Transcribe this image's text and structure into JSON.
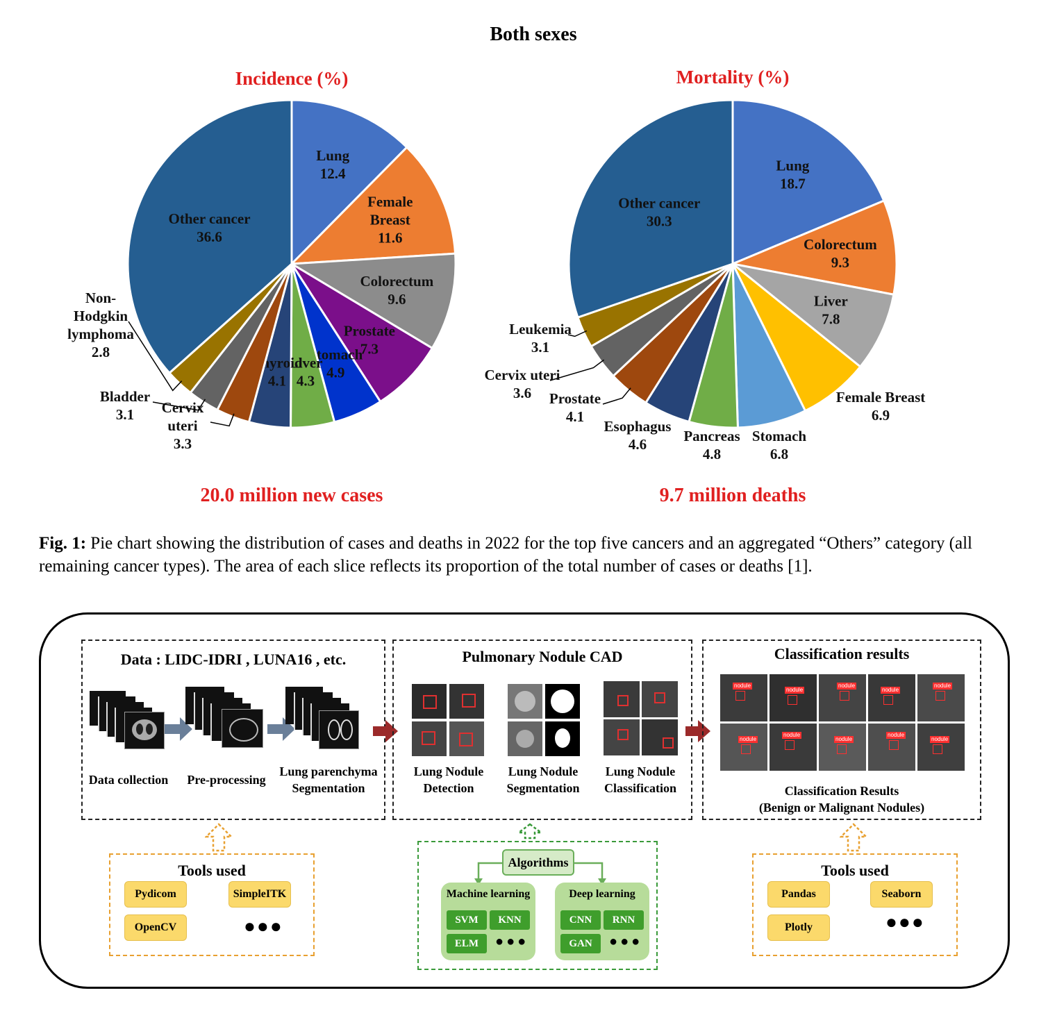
{
  "figure_title": "Both sexes",
  "chart_data": [
    {
      "type": "pie",
      "title": "Incidence (%)",
      "footer": "20.0 million new cases",
      "categories": [
        "Lung",
        "Female Breast",
        "Colorectum",
        "Prostate",
        "Stomach",
        "Liver",
        "Thyroid",
        "Cervix uteri",
        "Bladder",
        "Non-Hodgkin lymphoma",
        "Other cancer"
      ],
      "label_lines": [
        [
          "Lung"
        ],
        [
          "Female",
          "Breast"
        ],
        [
          "Colorectum"
        ],
        [
          "Prostate"
        ],
        [
          "Stomach"
        ],
        [
          "Liver"
        ],
        [
          "Thyroid"
        ],
        [
          "Cervix",
          "uteri"
        ],
        [
          "Bladder"
        ],
        [
          "Non-",
          "Hodgkin",
          "lymphoma"
        ],
        [
          "Other cancer"
        ]
      ],
      "values": [
        12.4,
        11.6,
        9.6,
        7.3,
        4.9,
        4.3,
        4.1,
        3.3,
        3.1,
        2.8,
        36.6
      ],
      "colors": [
        "#4472c4",
        "#ed7d31",
        "#8c8c8c",
        "#7b0f8a",
        "#0033cc",
        "#70ad47",
        "#264478",
        "#9e480e",
        "#636363",
        "#997300",
        "#255e91"
      ]
    },
    {
      "type": "pie",
      "title": "Mortality (%)",
      "footer": "9.7 million deaths",
      "categories": [
        "Lung",
        "Colorectum",
        "Liver",
        "Female Breast",
        "Stomach",
        "Pancreas",
        "Esophagus",
        "Prostate",
        "Cervix uteri",
        "Leukemia",
        "Other cancer"
      ],
      "label_lines": [
        [
          "Lung"
        ],
        [
          "Colorectum"
        ],
        [
          "Liver"
        ],
        [
          "Female Breast"
        ],
        [
          "Stomach"
        ],
        [
          "Pancreas"
        ],
        [
          "Esophagus"
        ],
        [
          "Prostate"
        ],
        [
          "Cervix uteri"
        ],
        [
          "Leukemia"
        ],
        [
          "Other cancer"
        ]
      ],
      "values": [
        18.7,
        9.3,
        7.8,
        6.9,
        6.8,
        4.8,
        4.6,
        4.1,
        3.6,
        3.1,
        30.3
      ],
      "colors": [
        "#4472c4",
        "#ed7d31",
        "#a5a5a5",
        "#ffc000",
        "#5b9bd5",
        "#70ad47",
        "#264478",
        "#9e480e",
        "#636363",
        "#997300",
        "#255e91"
      ]
    }
  ],
  "caption": {
    "label": "Fig. 1:",
    "text": " Pie chart showing the distribution of cases and deaths in 2022 for the top five cancers and an aggregated “Others” category (all remaining cancer types). The area of each slice reflects its proportion of the total number of cases or deaths [1]."
  },
  "pipeline": {
    "data_box": {
      "title": "Data : LIDC-IDRI , LUNA16 , etc.",
      "steps": [
        "Data collection",
        "Pre-processing",
        "Lung parenchyma",
        "Segmentation"
      ]
    },
    "cad_box": {
      "title": "Pulmonary Nodule CAD",
      "steps": [
        [
          "Lung Nodule",
          "Detection"
        ],
        [
          "Lung Nodule",
          "Segmentation"
        ],
        [
          "Lung Nodule",
          "Classification"
        ]
      ]
    },
    "results_box": {
      "title": "Classification results",
      "sub1": "Classification Results",
      "sub2": "(Benign or Malignant Nodules)",
      "tag": "nodule"
    },
    "tools_left": {
      "title": "Tools used",
      "items": [
        "Pydicom",
        "SimpleITK",
        "OpenCV"
      ],
      "more": "●●●"
    },
    "algorithms": {
      "title": "Algorithms",
      "ml": {
        "title": "Machine learning",
        "items": [
          "SVM",
          "KNN",
          "ELM"
        ],
        "more": "●●●"
      },
      "dl": {
        "title": "Deep learning",
        "items": [
          "CNN",
          "RNN",
          "GAN"
        ],
        "more": "●●●"
      }
    },
    "tools_right": {
      "title": "Tools used",
      "items": [
        "Pandas",
        "Seaborn",
        "Plotly"
      ],
      "more": "●●●"
    }
  }
}
